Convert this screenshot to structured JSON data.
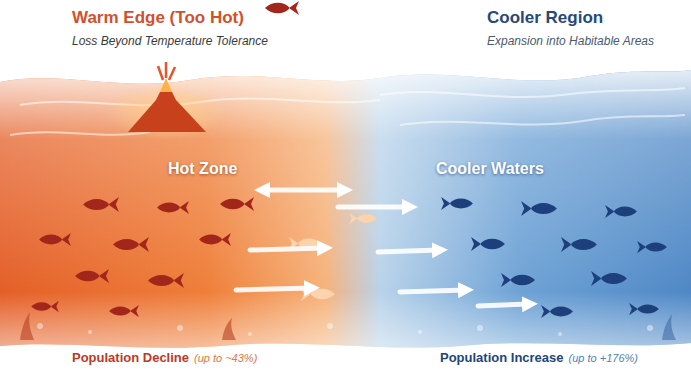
{
  "diagram": {
    "nodes": [
      {
        "text": [
          "Warm Edge (Too Hot)",
          "Loss Beyond Temperature Tolerance"
        ]
      },
      {
        "text": [
          "Cooler Region",
          "Expansion into Habitable Areas"
        ]
      }
    ],
    "labels": [
      "Hot Zone",
      "Cooler Waters",
      "Population Decline",
      "(up to ~43%)",
      "Population Increase",
      "(up to +176%)"
    ]
  }
}
